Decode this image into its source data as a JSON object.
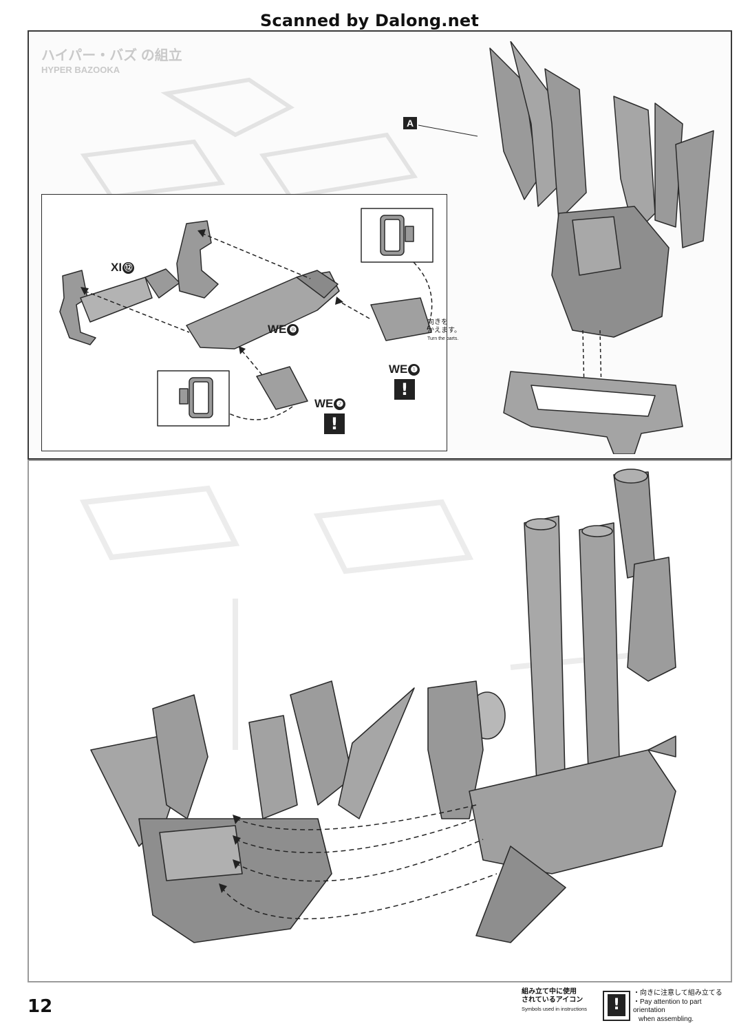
{
  "watermark": "Scanned by Dalong.net",
  "page_number": "12",
  "top_panel": {
    "ghost_heading_jp": "ハイパー・バズ   の組立",
    "ghost_heading_en": "HYPER BAZOOKA",
    "pointer_label": "A",
    "turn_note_jp_1": "向きを",
    "turn_note_jp_2": "かえます。",
    "turn_note_en": "Turn the parts.",
    "parts": [
      {
        "code": "XI",
        "num": "⑫"
      },
      {
        "code": "WE",
        "num": "❽"
      },
      {
        "code": "WE",
        "num": "❶"
      },
      {
        "code": "WE",
        "num": "❷"
      }
    ],
    "warn_glyph": "!"
  },
  "legend": {
    "title_jp_1": "組み立て中に使用",
    "title_jp_2": "されているアイコン",
    "title_en": "Symbols used in instructions",
    "icon_glyph": "!",
    "text_jp": "・向きに注意して組み立てる",
    "text_en_1": "・Pay attention to part orientation",
    "text_en_2": "when assembling."
  },
  "icons": [
    "warning-icon",
    "arrow-icon"
  ]
}
